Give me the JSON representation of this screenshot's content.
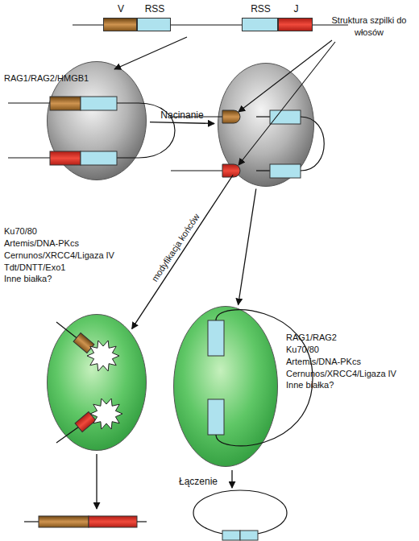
{
  "diagram": {
    "nodes": [
      {
        "text": [
          "V"
        ]
      },
      {
        "text": [
          "RSS"
        ]
      },
      {
        "text": [
          "RSS"
        ]
      },
      {
        "text": [
          "J"
        ]
      },
      {
        "text": [
          "RAG1/RAG2/HMGB1"
        ]
      },
      {
        "text": [
          "Struktura szpilki do włosów"
        ]
      },
      {
        "text": [
          "Ku70/80",
          "Artemis/DNA-PKcs",
          "Cernunos/XRCC4/Ligaza IV",
          "Tdt/DNTT/Exo1",
          "Inne białka?"
        ]
      },
      {
        "text": [
          "RAG1/RAG2",
          "Ku70/80",
          "Artemis/DNA-PKcs",
          "Cernunos/XRCC4/Ligaza IV",
          "Inne białka?"
        ]
      }
    ],
    "edges": [
      {
        "from": 4,
        "to": 5,
        "arrow": "to",
        "label": "Nacinanie"
      },
      {
        "from": 5,
        "to": 6,
        "arrow": "to",
        "label": "modyfikacja końców"
      },
      {
        "from": 5,
        "to": 7,
        "arrow": "to"
      }
    ],
    "labels": [
      "Łączenie"
    ]
  }
}
